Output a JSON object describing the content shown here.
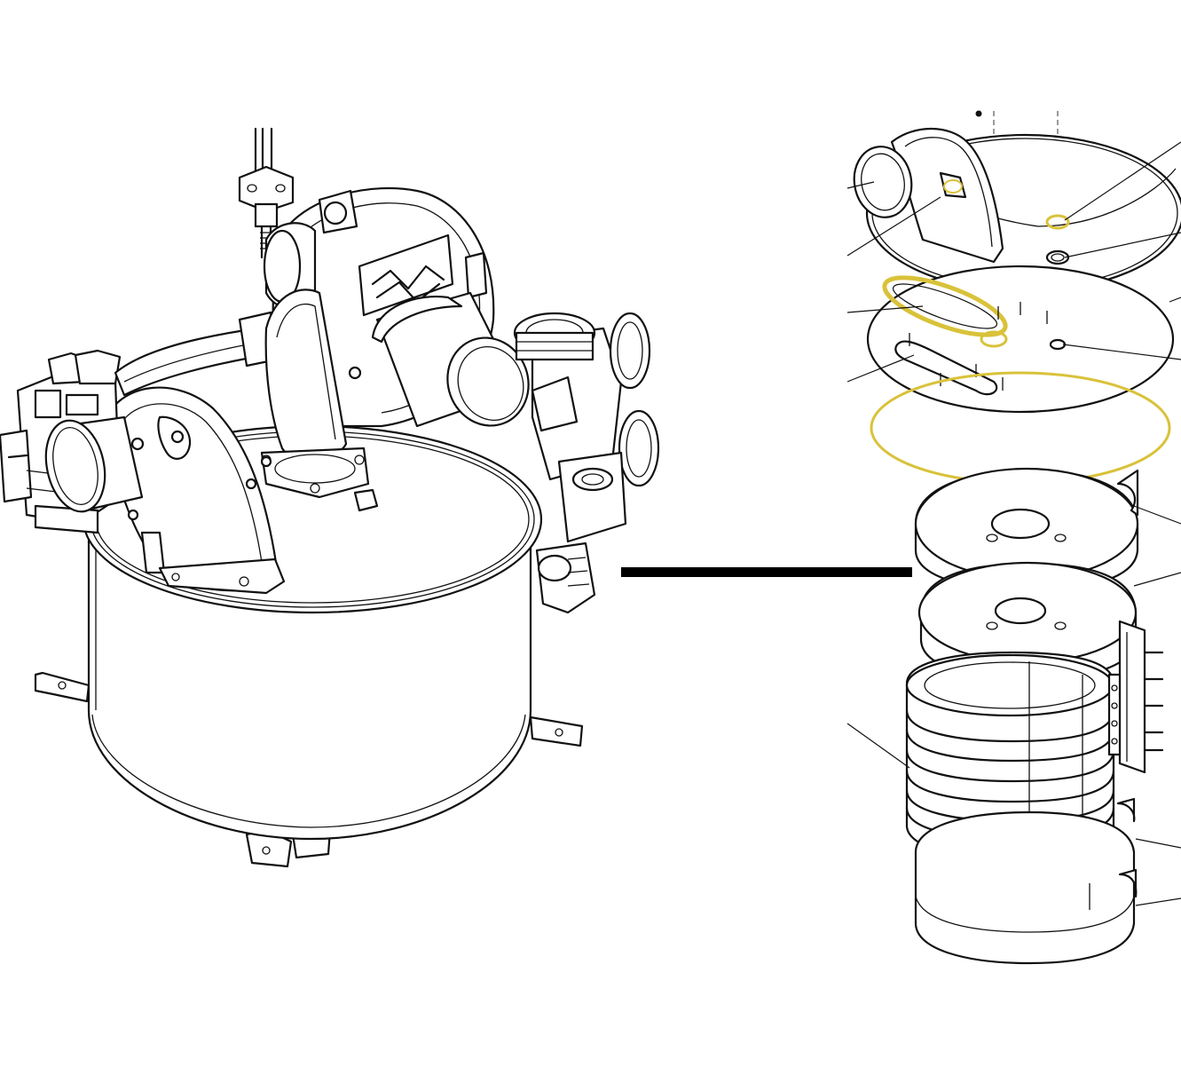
{
  "colors": {
    "background": "#ffffff",
    "line": "#111111",
    "highlight": "#d9c23a"
  },
  "icons": [
    "assembled-heater-drawing",
    "exploded-parts-drawing",
    "connector-bar"
  ]
}
